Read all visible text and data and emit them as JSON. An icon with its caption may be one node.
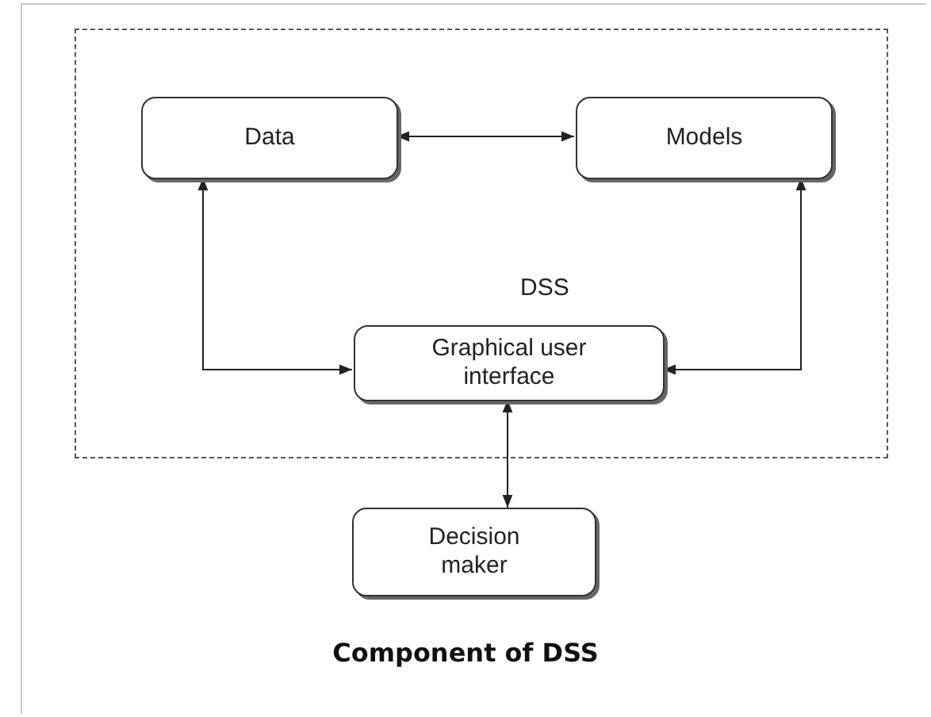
{
  "diagram": {
    "caption": "Component of DSS",
    "nodes": [
      {
        "text": [
          "DSS"
        ]
      },
      {
        "text": [
          "Data"
        ],
        "in": 0
      },
      {
        "text": [
          "Models"
        ],
        "in": 0
      },
      {
        "text": [
          "Graphical user interface"
        ],
        "in": 0
      },
      {
        "text": [
          "Decision maker"
        ]
      }
    ],
    "edges": [
      {
        "from": 1,
        "to": 2,
        "arrow": "both"
      },
      {
        "from": 1,
        "to": 3,
        "arrow": "both"
      },
      {
        "from": 2,
        "to": 3,
        "arrow": "both"
      },
      {
        "from": 3,
        "to": 4,
        "arrow": "both"
      }
    ]
  }
}
